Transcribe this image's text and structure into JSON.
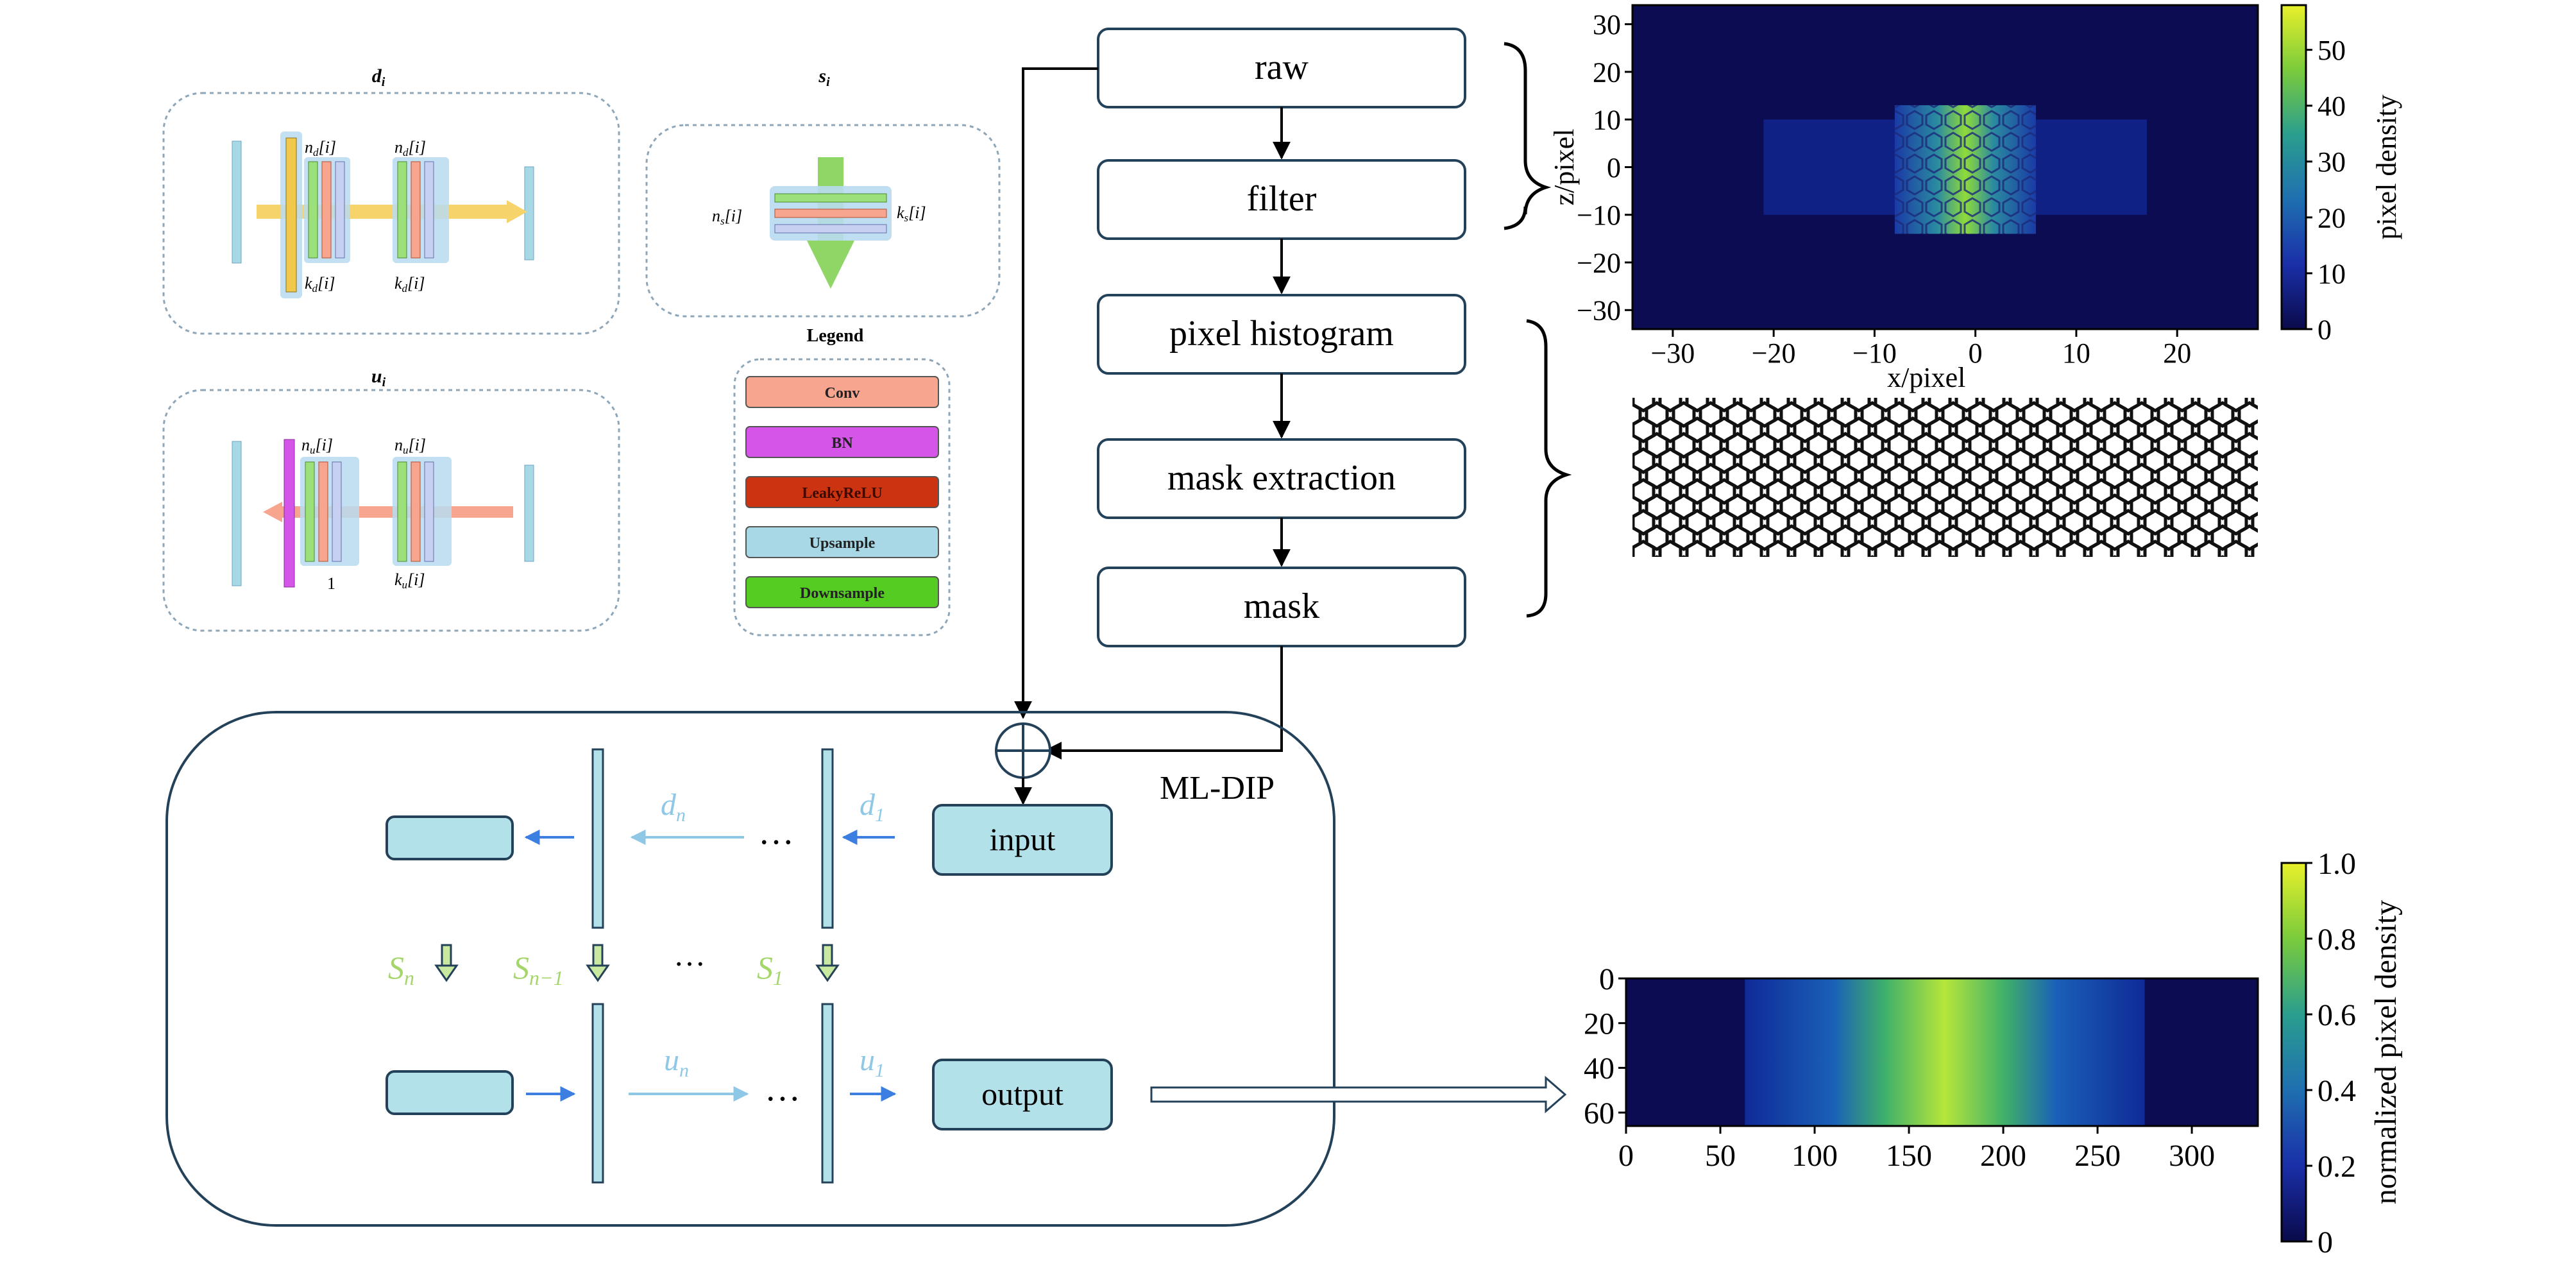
{
  "legend": {
    "title": "Legend",
    "items": [
      {
        "label": "Conv",
        "color": "#f7a58f"
      },
      {
        "label": "BN",
        "color": "#d455e8"
      },
      {
        "label": "LeakyReLU",
        "color": "#cc3311"
      },
      {
        "label": "Upsample",
        "color": "#a8d8e6"
      },
      {
        "label": "Downsample",
        "color": "#55cc22"
      }
    ]
  },
  "blocks": {
    "d_title": "d",
    "d_sub": "i",
    "s_title": "s",
    "s_sub": "i",
    "u_title": "u",
    "u_sub": "i",
    "d_nd1": "n",
    "d_nd1_sub": "d",
    "d_nd1_idx": "[i]",
    "d_kd1": "k",
    "d_kd1_sub": "d",
    "d_kd1_idx": "[i]",
    "d_nd2": "n",
    "d_nd2_sub": "d",
    "d_nd2_idx": "[i]",
    "d_kd2": "k",
    "d_kd2_sub": "d",
    "d_kd2_idx": "[i]",
    "s_n": "n",
    "s_n_sub": "s",
    "s_n_idx": "[i]",
    "s_k": "k",
    "s_k_sub": "s",
    "s_k_idx": "[i]",
    "u_nu1": "n",
    "u_nu1_sub": "u",
    "u_nu1_idx": "[i]",
    "u_one": "1",
    "u_nu2": "n",
    "u_nu2_sub": "u",
    "u_nu2_idx": "[i]",
    "u_ku": "k",
    "u_ku_sub": "u",
    "u_ku_idx": "[i]"
  },
  "flow": {
    "steps": [
      "raw",
      "filter",
      "pixel histogram",
      "mask extraction",
      "mask"
    ]
  },
  "mldip": {
    "title": "ML-DIP",
    "input": "input",
    "output": "output",
    "d_n": "d",
    "d_n_sub": "n",
    "d_1": "d",
    "d_1_sub": "1",
    "u_n": "u",
    "u_n_sub": "n",
    "u_1": "u",
    "u_1_sub": "1",
    "s_n": "S",
    "s_n_sub": "n",
    "s_n1": "S",
    "s_n1_sub": "n−1",
    "s_1": "S",
    "s_1_sub": "1",
    "dots": "…"
  },
  "colors": {
    "box_fill": "#b3e1ea",
    "box_stroke": "#24415a",
    "light_blue_text": "#8fc8e6",
    "green_text": "#a5d66b",
    "arrow_blue": "#3d7fe0",
    "dark": "#000000"
  },
  "chart_data": [
    {
      "type": "heatmap",
      "xlabel": "x/pixel",
      "ylabel": "z/pixel",
      "colorbar_label": "pixel density",
      "x_ticks": [
        "−30",
        "−20",
        "−10",
        "0",
        "10",
        "20"
      ],
      "x_tick_values": [
        -30,
        -20,
        -10,
        0,
        10,
        20
      ],
      "y_ticks": [
        "30",
        "20",
        "10",
        "0",
        "−10",
        "−20",
        "−30"
      ],
      "y_tick_values": [
        30,
        20,
        10,
        0,
        -10,
        -20,
        -30
      ],
      "xlim": [
        -34,
        28
      ],
      "ylim": [
        -34,
        34
      ],
      "colorbar_ticks": [
        "50",
        "40",
        "30",
        "20",
        "10",
        "0"
      ],
      "colorbar_tick_values": [
        50,
        40,
        30,
        20,
        10,
        0
      ],
      "colorbar_range": [
        0,
        58
      ],
      "colormap": "viridis-like (dark navy → blue → green → yellow)"
    },
    {
      "type": "heatmap",
      "xlabel": "",
      "ylabel": "",
      "colorbar_label": "normalized pixel density",
      "x_ticks": [
        "0",
        "50",
        "100",
        "150",
        "200",
        "250",
        "300"
      ],
      "x_tick_values": [
        0,
        50,
        100,
        150,
        200,
        250,
        300
      ],
      "y_ticks": [
        "0",
        "20",
        "40",
        "60"
      ],
      "y_tick_values": [
        0,
        20,
        40,
        60
      ],
      "xlim": [
        0,
        335
      ],
      "ylim": [
        0,
        66
      ],
      "colorbar_ticks": [
        "1.0",
        "0.8",
        "0.6",
        "0.4",
        "0.2",
        "0"
      ],
      "colorbar_tick_values": [
        1.0,
        0.8,
        0.6,
        0.4,
        0.2,
        0
      ],
      "colorbar_range": [
        0,
        1.0
      ],
      "colormap": "viridis-like (dark navy → blue → green → yellow)"
    }
  ]
}
